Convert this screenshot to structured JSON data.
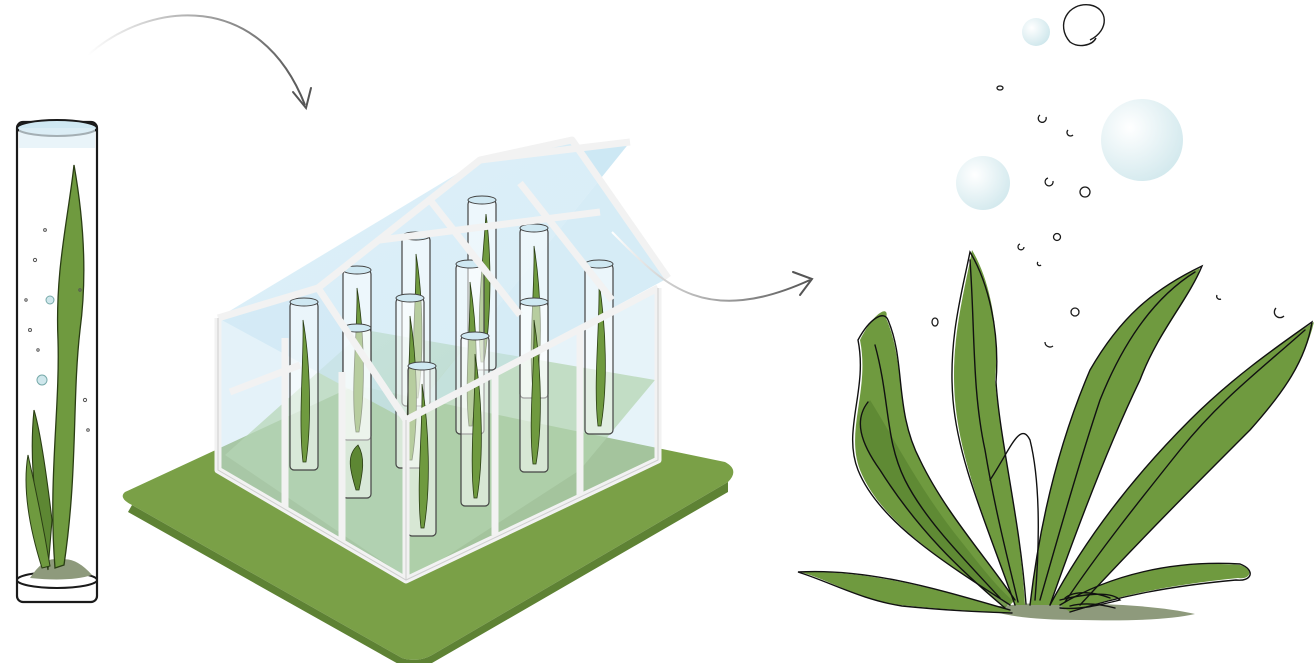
{
  "diagram": {
    "stages": [
      {
        "id": "test-tube-culture",
        "kind": "test tube with seaweed"
      },
      {
        "id": "greenhouse",
        "kind": "glass greenhouse with test tubes"
      },
      {
        "id": "seaweed-plant",
        "kind": "mature seaweed with bubbles"
      }
    ],
    "flow": [
      "test-tube-culture",
      "greenhouse",
      "seaweed-plant"
    ]
  },
  "colors": {
    "leaf": "#6f9a3f",
    "leaf_dark": "#4e7a2b",
    "ground": "#7aa047",
    "ground_dark": "#5e8234",
    "glass": "#cde8f4",
    "frame": "#f2f2f2",
    "outline": "#1a1a1a",
    "arrow": "#777777",
    "sand": "#8e9a7c",
    "bubble": "#d8ecef"
  }
}
